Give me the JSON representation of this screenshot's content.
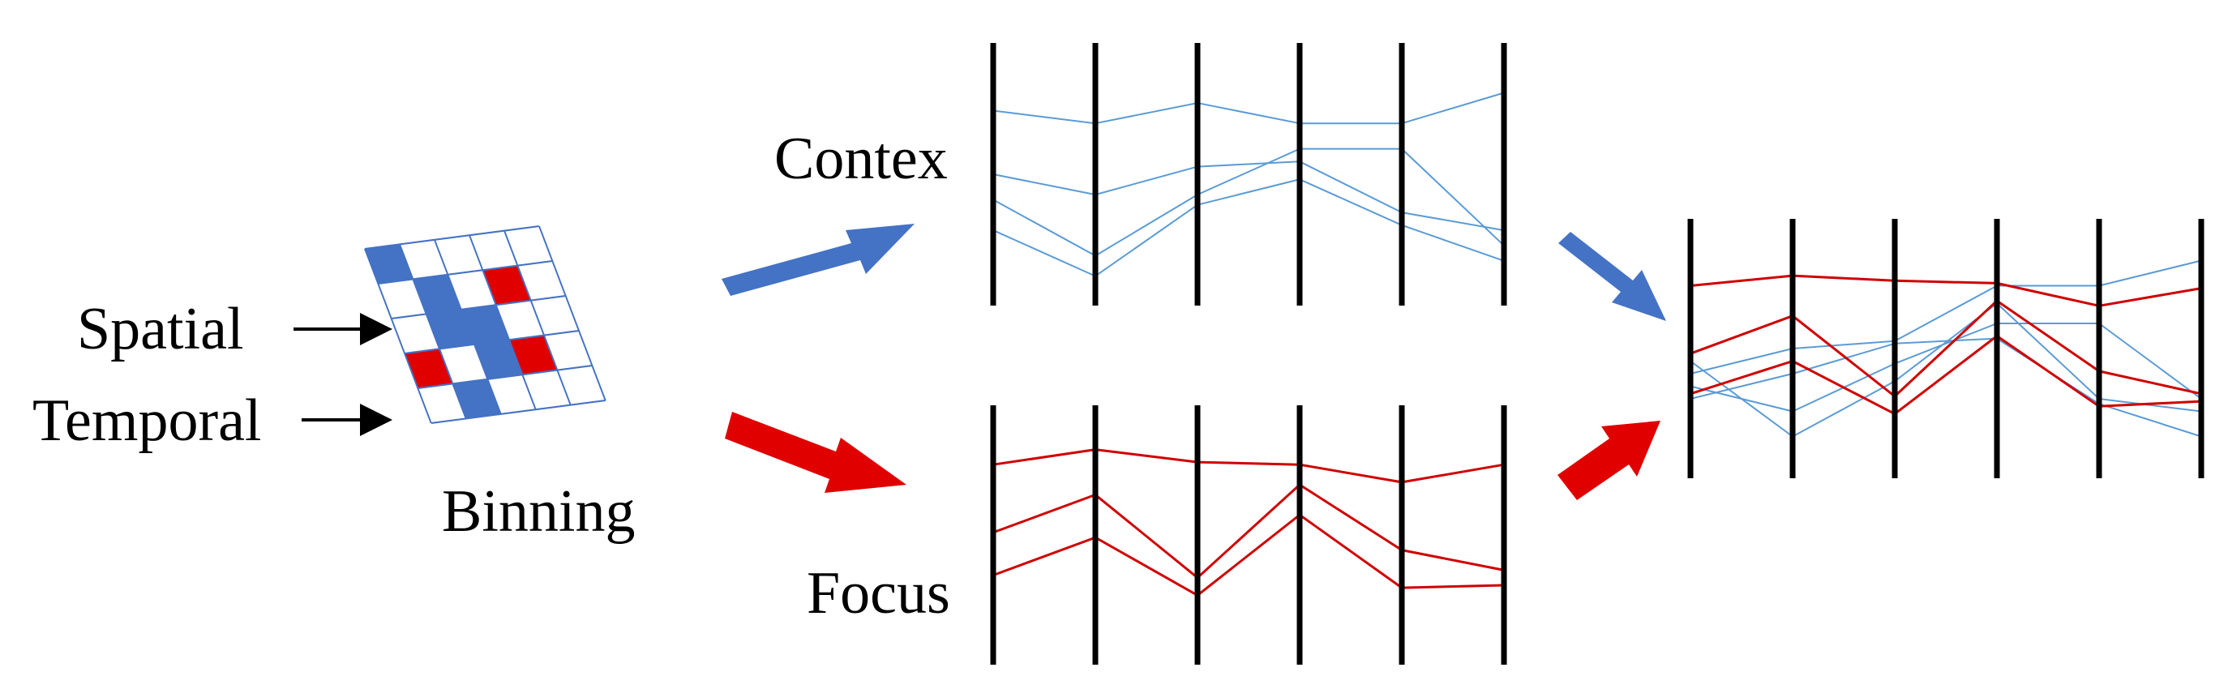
{
  "labels": {
    "spatial": "Spatial",
    "temporal": "Temporal",
    "binning": "Binning",
    "context": "Contex",
    "focus": "Focus"
  },
  "colors": {
    "context_blue": "#4472c4",
    "context_line": "#5b9bd5",
    "focus_red": "#e00000",
    "focus_line": "#d00000",
    "axis": "#000000",
    "grid_line": "#4472c4"
  },
  "binning_grid": {
    "rows": 5,
    "cols": 5,
    "filled": [
      {
        "r": 0,
        "c": 0,
        "color": "blue"
      },
      {
        "r": 1,
        "c": 1,
        "color": "blue"
      },
      {
        "r": 1,
        "c": 3,
        "color": "red"
      },
      {
        "r": 2,
        "c": 1,
        "color": "blue"
      },
      {
        "r": 2,
        "c": 2,
        "color": "blue"
      },
      {
        "r": 3,
        "c": 0,
        "color": "red"
      },
      {
        "r": 3,
        "c": 2,
        "color": "blue"
      },
      {
        "r": 3,
        "c": 3,
        "color": "red"
      },
      {
        "r": 4,
        "c": 1,
        "color": "blue"
      }
    ]
  },
  "context_plot": {
    "axes": 6,
    "lines": [
      [
        0.25,
        0.3,
        0.22,
        0.3,
        0.3,
        0.18
      ],
      [
        0.5,
        0.58,
        0.47,
        0.45,
        0.65,
        0.72
      ],
      [
        0.6,
        0.82,
        0.58,
        0.4,
        0.4,
        0.78
      ],
      [
        0.72,
        0.9,
        0.62,
        0.52,
        0.7,
        0.84
      ]
    ]
  },
  "focus_plot": {
    "axes": 6,
    "lines": [
      [
        0.22,
        0.16,
        0.21,
        0.22,
        0.29,
        0.22
      ],
      [
        0.49,
        0.34,
        0.67,
        0.3,
        0.56,
        0.64
      ],
      [
        0.66,
        0.51,
        0.74,
        0.42,
        0.71,
        0.7
      ]
    ]
  },
  "combined_plot": {
    "axes": 6,
    "context_lines": [
      [
        0.6,
        0.5,
        0.47,
        0.25,
        0.25,
        0.15
      ],
      [
        0.65,
        0.75,
        0.56,
        0.4,
        0.4,
        0.7
      ],
      [
        0.55,
        0.85,
        0.63,
        0.32,
        0.7,
        0.75
      ],
      [
        0.7,
        0.6,
        0.48,
        0.46,
        0.72,
        0.85
      ]
    ],
    "focus_lines": [
      [
        0.25,
        0.21,
        0.23,
        0.24,
        0.33,
        0.26
      ],
      [
        0.52,
        0.37,
        0.69,
        0.31,
        0.59,
        0.68
      ],
      [
        0.68,
        0.55,
        0.76,
        0.45,
        0.73,
        0.71
      ]
    ]
  }
}
